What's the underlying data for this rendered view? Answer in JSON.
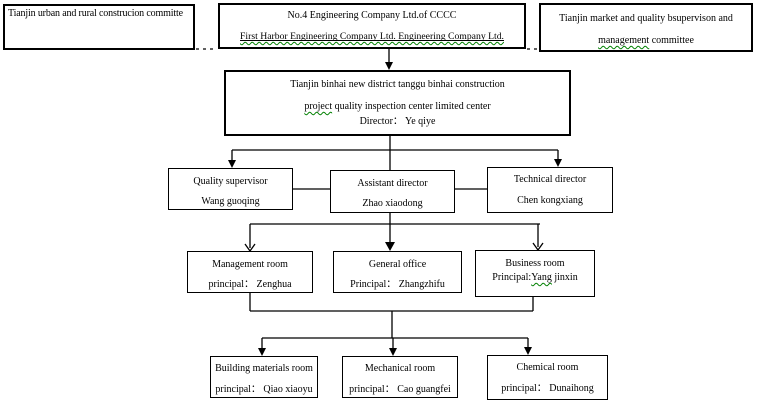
{
  "diagram": {
    "top_left": {
      "line1": "Tianjin urban and rural  construcion committe"
    },
    "top_center": {
      "line1": "No.4 Engineering Company Ltd.of CCCC",
      "line2": "First Harbor Engineering Company Ltd. Engineering Company Ltd."
    },
    "top_right": {
      "line1": "Tianjin market and quality bsupervison and",
      "line2_wavy": "management",
      "line2_rest": " committee"
    },
    "center": {
      "line1": "Tianjin binhai new district tanggu binhai construction",
      "line2_wavy": "project",
      "line2_rest": " quality inspection center limited center",
      "line3": "Director：  Ye qiye"
    },
    "quality_supervisor": {
      "line1": "Quality supervisor",
      "line2": "Wang guoqing"
    },
    "assistant_director": {
      "line1": "Assistant director",
      "line2": "Zhao xiaodong"
    },
    "technical_director": {
      "line1": "Technical director",
      "line2": "Chen kongxiang"
    },
    "management_room": {
      "line1": "Management room",
      "line2": "principal：  Zenghua"
    },
    "general_office": {
      "line1": "General office",
      "line2": "Principal：  Zhangzhifu"
    },
    "business_room": {
      "line1": "Business room",
      "line2_pre": "Principal:",
      "line2_wavy": "Yang",
      "line2_rest": " jinxin"
    },
    "building_materials_room": {
      "line1": "Building materials room",
      "line2": "principal：  Qiao xiaoyu"
    },
    "mechanical_room": {
      "line1": "Mechanical room",
      "line2": "principal：  Cao guangfei"
    },
    "chemical_room": {
      "line1": "Chemical room",
      "line2": "principal：  Dunaihong"
    }
  },
  "colors": {
    "background": "#ffffff",
    "box_border": "#000000",
    "connector_line": "#000000",
    "spellcheck_squiggle": "#008000"
  }
}
